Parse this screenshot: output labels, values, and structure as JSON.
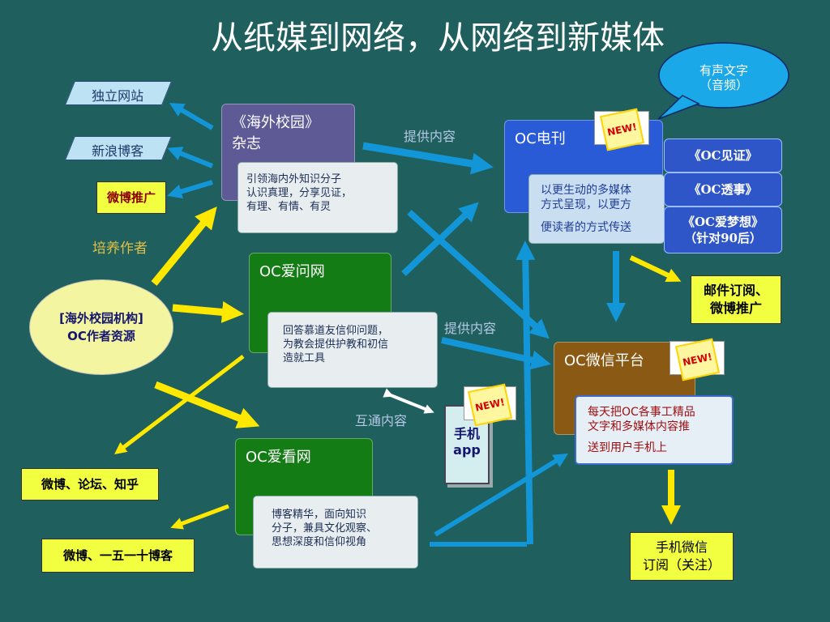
{
  "title": "从纸媒到网络，从网络到新媒体",
  "left_links": {
    "independent_site": "独立网站",
    "sina_blog": "新浪博客",
    "weibo_promo": "微博推广",
    "cultivate_authors": "培养作者",
    "source": [
      "[海外校园机构]",
      "OC作者资源"
    ],
    "weibo_forum": "微博、论坛、知乎",
    "weibo_blog": "微博、一五一十博客"
  },
  "magazine": {
    "title": [
      "《海外校园》",
      "杂志"
    ],
    "desc": [
      "引领海内外知识分子",
      "认识真理，分享见证，",
      "有理、有情、有灵"
    ]
  },
  "oc_aiwen": {
    "title": "OC爱问网",
    "desc": [
      "回答慕道友信仰问题，",
      "为教会提供护教和初信",
      "造就工具"
    ]
  },
  "oc_aikan": {
    "title": "OC爱看网",
    "desc": [
      "博客精华，面向知识",
      "分子，兼具文化观察、",
      "思想深度和信仰视角"
    ]
  },
  "ezine": {
    "title": "OC电刊",
    "desc": [
      "以更生动的多媒体",
      "方式呈现，以更方",
      "便读者的方式传送"
    ],
    "subs": [
      "《OC见证》",
      "《OC透事》",
      "《OC爱梦想》",
      "（针对90后）"
    ]
  },
  "audio_bubble": [
    "有声文字",
    "（音频）"
  ],
  "email_weibo": [
    "邮件订阅、",
    "微博推广"
  ],
  "wechat": {
    "title": "OC微信平台",
    "desc": [
      "每天把OC各事工精品",
      "文字和多媒体内容推",
      "送到用户手机上"
    ]
  },
  "mobile_subscribe": [
    "手机微信",
    "订阅（关注）"
  ],
  "phone_app": [
    "手机",
    "app"
  ],
  "labels": {
    "provide_content": "提供内容",
    "interconnect": "互通内容"
  },
  "new_badge": "NEW!",
  "colors": {
    "background": "#1f5f5d",
    "magazine": "#5e5a96",
    "green": "#147c14",
    "blue": "#2a5bd7",
    "brown": "#8a5a14",
    "yellow_arrow": "#ffe800",
    "blue_arrow": "#1296d8"
  }
}
